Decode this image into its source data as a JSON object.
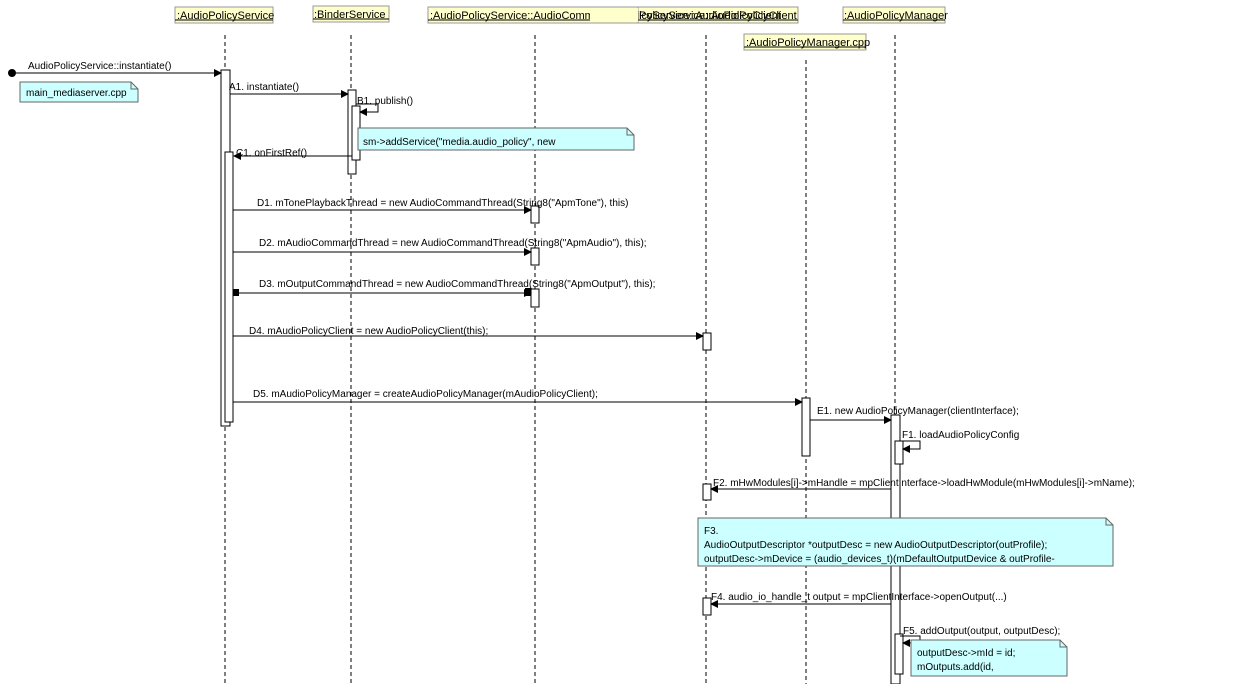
{
  "colors": {
    "participant_fill": "#ffffcc",
    "note_fill": "#ccffff",
    "line": "#000000",
    "lifeline": "#000000"
  },
  "participants": [
    {
      "id": "aps",
      "label": ":AudioPolicyService"
    },
    {
      "id": "binder",
      "label": ":BinderService"
    },
    {
      "id": "act",
      "label": ":AudioPolicyService::AudioCommandThread"
    },
    {
      "id": "apc",
      "label": ":AudioPolicyService::AudioPolicyClient"
    },
    {
      "id": "cpp",
      "label": ":AudioPolicyManager.cpp"
    },
    {
      "id": "apm",
      "label": ":AudioPolicyManager"
    }
  ],
  "messages": {
    "start": "AudioPolicyService::instantiate()",
    "a1": "A1. instantiate()",
    "b1": "B1. publish()",
    "c1": "C1. onFirstRef()",
    "d1": "D1. mTonePlaybackThread = new AudioCommandThread(String8(\"ApmTone\"), this)",
    "d2": "D2. mAudioCommandThread = new AudioCommandThread(String8(\"ApmAudio\"), this);",
    "d3": "D3. mOutputCommandThread = new AudioCommandThread(String8(\"ApmOutput\"), this);",
    "d4": "D4. mAudioPolicyClient = new AudioPolicyClient(this);",
    "d5": "D5. mAudioPolicyManager = createAudioPolicyManager(mAudioPolicyClient);",
    "e1": "E1. new AudioPolicyManager(clientInterface);",
    "f1": "F1. loadAudioPolicyConfig",
    "f2": "F2. mHwModules[i]->mHandle = mpClientInterface->loadHwModule(mHwModules[i]->mName);",
    "f4": "F4. audio_io_handle_t output = mpClientInterface->openOutput(...)",
    "f5": "F5. addOutput(output, outputDesc);"
  },
  "notes": {
    "main": "main_mediaserver.cpp",
    "sm": "sm->addService(\"media.audio_policy\", new",
    "f3_line1": "F3.",
    "f3_line2": "AudioOutputDescriptor *outputDesc = new AudioOutputDescriptor(outProfile);",
    "f3_line3": "outputDesc->mDevice = (audio_devices_t)(mDefaultOutputDevice & outProfile-",
    "out_line1": "outputDesc->mId = id;",
    "out_line2": "mOutputs.add(id,"
  }
}
